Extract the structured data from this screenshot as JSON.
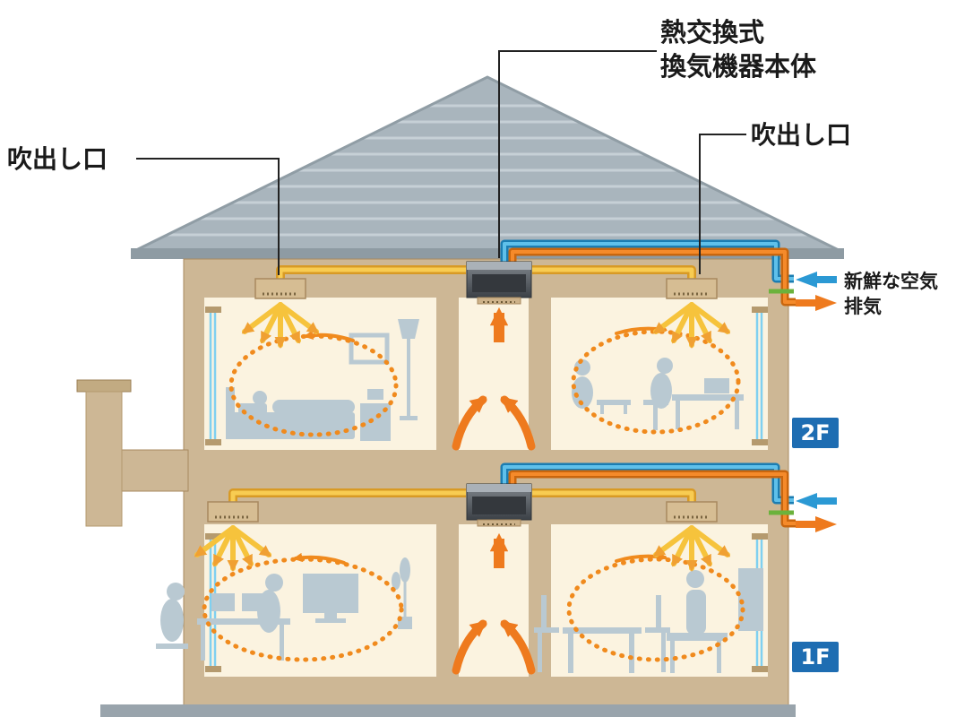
{
  "diagram": {
    "labels": {
      "outlet_left": "吹出し口",
      "outlet_right": "吹出し口",
      "unit_title_line1": "熱交換式",
      "unit_title_line2": "換気機器本体",
      "fresh_air": "新鮮な空気",
      "exhaust": "排気"
    },
    "floor_badges": {
      "second": "2F",
      "first": "1F"
    },
    "colors": {
      "fresh_air_blue": "#2b99d4",
      "exhaust_orange": "#ee7a1e",
      "supply_yellow": "#f3bf3e",
      "badge_blue": "#1e6db2",
      "roof_gray": "#a9b5bd",
      "wall_tan": "#cdb795",
      "room_cream": "#fbf3e0",
      "circulation_orange": "#f08a1d",
      "furniture_gray": "#b9c9d2"
    }
  }
}
